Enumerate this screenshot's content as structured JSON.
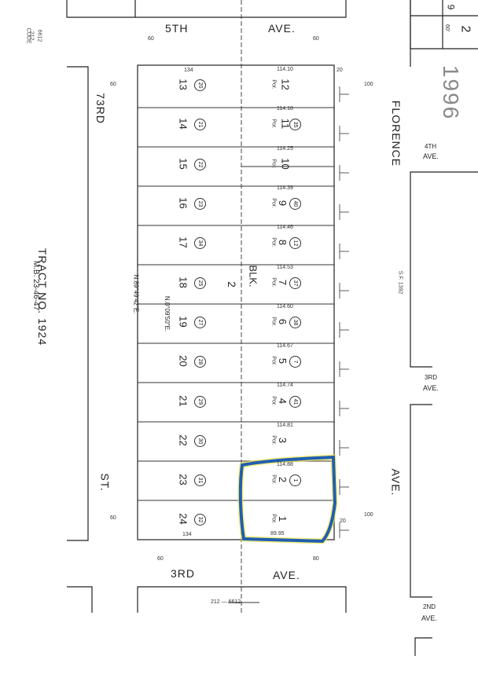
{
  "page": {
    "corner_numbers": [
      "9",
      "2",
      "60'"
    ],
    "year_stamp": "1996",
    "side_code": [
      "CODE",
      "212",
      "6612"
    ]
  },
  "streets": {
    "fifth_ave_left": "5TH",
    "fifth_ave_right": "AVE.",
    "third_ave_left": "3RD",
    "third_ave_right": "AVE.",
    "st_73rd_top": "73RD",
    "st_73rd_bottom": "ST.",
    "florence": "FLORENCE",
    "florence_ave": "AVE.",
    "fourth_ave": [
      "4TH",
      "AVE."
    ],
    "third_ave_side": [
      "3RD",
      "AVE."
    ],
    "second_ave_side": [
      "2ND",
      "AVE."
    ]
  },
  "tract": {
    "name": "TRACT NO. 1924",
    "book": "M.B. 23-46-47"
  },
  "block": {
    "label": "BLK.",
    "number": "2",
    "bearing1": "N.89°49'42\"E.",
    "bearing2": "N.0°09'50\"E."
  },
  "widths": {
    "top_left": "60",
    "top_right": "60",
    "bottom_left": "60",
    "bottom_right": "80",
    "florence_top": "100",
    "florence_bottom": "100",
    "st73_top": "60",
    "st73_bottom": "60",
    "total_top": "134",
    "total_bottom": "134",
    "corner_top": "20",
    "corner_bottom": "20",
    "sf_label": "S.F. 1392"
  },
  "bottom_ref": "212 — 6612",
  "left_lots": [
    {
      "lot": "13",
      "parcel": "20"
    },
    {
      "lot": "14",
      "parcel": "21"
    },
    {
      "lot": "15",
      "parcel": "22"
    },
    {
      "lot": "16",
      "parcel": "23"
    },
    {
      "lot": "17",
      "parcel": "34"
    },
    {
      "lot": "18",
      "parcel": "25"
    },
    {
      "lot": "19",
      "parcel": "27"
    },
    {
      "lot": "20",
      "parcel": "28"
    },
    {
      "lot": "21",
      "parcel": "29"
    },
    {
      "lot": "22",
      "parcel": "30"
    },
    {
      "lot": "23",
      "parcel": "31"
    },
    {
      "lot": "24",
      "parcel": "32"
    }
  ],
  "right_lots": [
    {
      "lot": "12",
      "parcel": "",
      "por": "Por."
    },
    {
      "lot": "11",
      "parcel": "35",
      "por": "Por."
    },
    {
      "lot": "10",
      "parcel": "",
      "por": "Por."
    },
    {
      "lot": "9",
      "parcel": "40",
      "por": "Por."
    },
    {
      "lot": "8",
      "parcel": "12",
      "por": "Por."
    },
    {
      "lot": "7",
      "parcel": "37",
      "por": "Por."
    },
    {
      "lot": "6",
      "parcel": "38",
      "por": "Por."
    },
    {
      "lot": "5",
      "parcel": "7",
      "por": "Por."
    },
    {
      "lot": "4",
      "parcel": "41",
      "por": "Por."
    },
    {
      "lot": "3",
      "parcel": "",
      "por": "Por."
    },
    {
      "lot": "2",
      "parcel": "1",
      "por": "Por."
    },
    {
      "lot": "1",
      "parcel": "",
      "por": "Por."
    }
  ],
  "lot_depths": [
    "114.10",
    "114.18",
    "114.25",
    "114.39",
    "114.46",
    "114.53",
    "114.60",
    "114.67",
    "114.74",
    "114.81",
    "114.88",
    "89.95"
  ],
  "highlight_color": "#1f5fb0",
  "highlight_glow": "#f4e24a"
}
